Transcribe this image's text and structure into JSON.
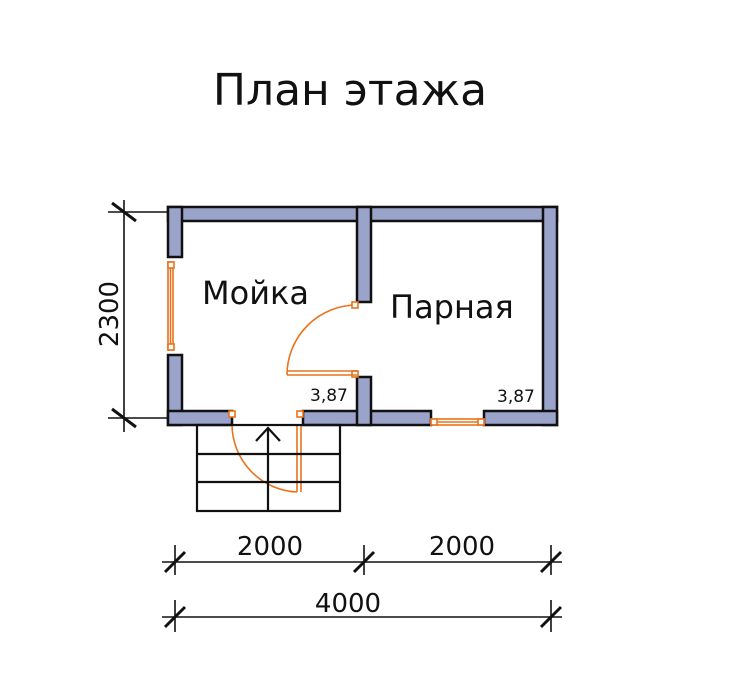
{
  "title": "План этажа",
  "rooms": {
    "washroom": {
      "name": "Мойка",
      "area": "3,87"
    },
    "steam_room": {
      "name": "Парная",
      "area": "3,87"
    }
  },
  "dimensions": {
    "height": "2300",
    "width_left": "2000",
    "width_right": "2000",
    "width_total": "4000"
  },
  "colors": {
    "wall_fill": "#9aa3c9",
    "wall_stroke": "#111111",
    "opening": "#e8731c",
    "line": "#111111"
  }
}
